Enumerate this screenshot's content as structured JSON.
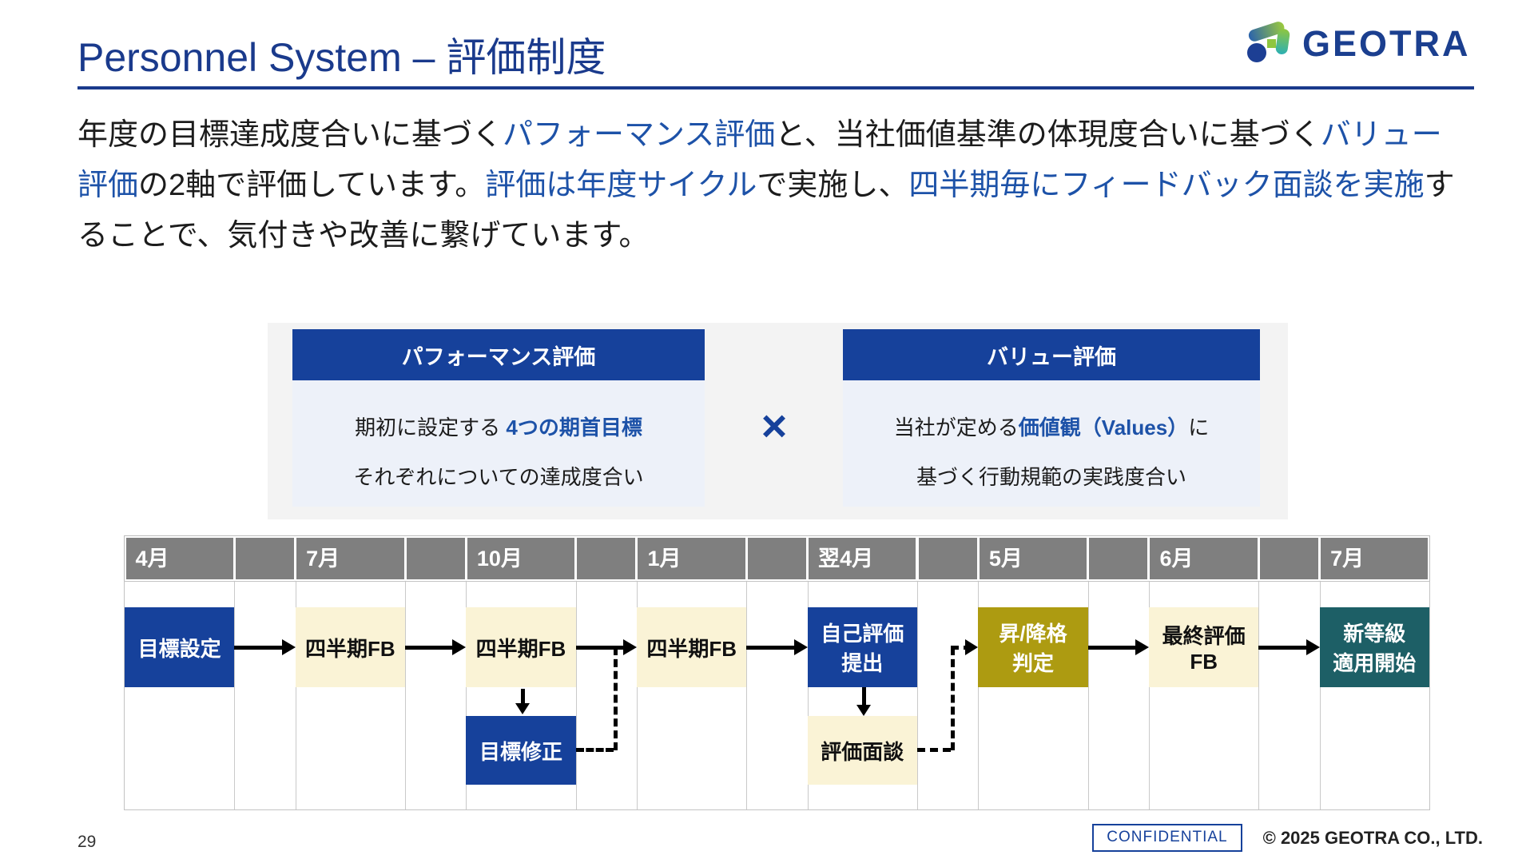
{
  "colors": {
    "primary": "#16419b",
    "title-blue": "#1a3a8c",
    "accent": "#1d52a8",
    "cream": "#faf3d6",
    "olive": "#ad9b11",
    "teal": "#1d5f66",
    "hdr-gray": "#7f7f7f",
    "panel": "#f3f3f3",
    "panel-blue": "#edf1f9",
    "line": "#c9c9c9",
    "ink": "#1c1c1c"
  },
  "header": {
    "title": "Personnel System – 評価制度",
    "logo_text": "GEOTRA"
  },
  "intro": {
    "segments": [
      {
        "t": "年度の目標達成度合いに基づく",
        "em": false
      },
      {
        "t": "パフォーマンス評価",
        "em": true
      },
      {
        "t": "と、当社価値基準の体現度合いに基づく",
        "em": false
      },
      {
        "t": "バリュー評価",
        "em": true
      },
      {
        "t": "の2軸で評価しています。",
        "em": false
      },
      {
        "t": "評価は年度サイクル",
        "em": true
      },
      {
        "t": "で実施し、",
        "em": false
      },
      {
        "t": "四半期毎にフィードバック面談を実施",
        "em": true
      },
      {
        "t": "することで、気付きや改善に繋げています。",
        "em": false
      }
    ]
  },
  "evaluation": {
    "performance": {
      "title": "パフォーマンス評価",
      "line1_pre": "期初に設定する ",
      "line1_em": "4つの期首目標",
      "line2": "それぞれについての達成度合い"
    },
    "operator": "×",
    "value": {
      "title": "バリュー評価",
      "line1_pre": "当社が定める",
      "line1_em": "価値観（Values）",
      "line1_post": "に",
      "line2": "基づく行動規範の実践度合い"
    }
  },
  "timeline": {
    "months": [
      "4月",
      "7月",
      "10月",
      "1月",
      "翌4月",
      "5月",
      "6月",
      "7月"
    ],
    "boxes": {
      "goal_set": "目標設定",
      "q_fb1": "四半期FB",
      "q_fb2": "四半期FB",
      "q_fb3": "四半期FB",
      "self_eval": "自己評価\n提出",
      "grade_judge": "昇/降格\n判定",
      "final_fb": "最終評価\nFB",
      "new_grade": "新等級\n適用開始",
      "goal_revise": "目標修正",
      "eval_meeting": "評価面談"
    }
  },
  "footer": {
    "page_number": "29",
    "confidential": "CONFIDENTIAL",
    "copyright": "© 2025 GEOTRA CO., LTD."
  }
}
